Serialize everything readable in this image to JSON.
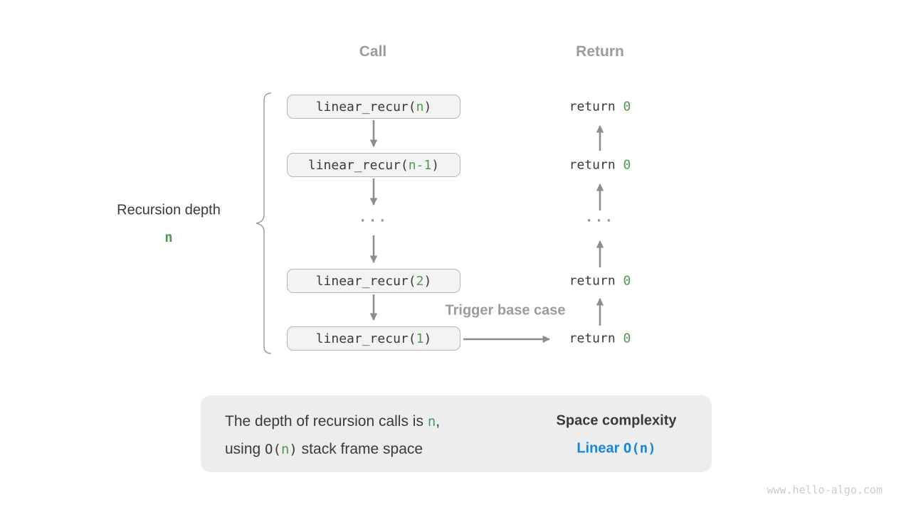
{
  "diagram": {
    "headers": {
      "call": "Call",
      "return": "Return"
    },
    "recursion_depth": {
      "label": "Recursion depth",
      "value": "n"
    },
    "call_stack": {
      "frames": [
        {
          "prefix": "linear_recur(",
          "arg": "n",
          "suffix": ")"
        },
        {
          "prefix": "linear_recur(",
          "arg": "n-1",
          "suffix": ")"
        },
        {
          "prefix": "linear_recur(",
          "arg": "2",
          "suffix": ")"
        },
        {
          "prefix": "linear_recur(",
          "arg": "1",
          "suffix": ")"
        }
      ],
      "ellipsis": "..."
    },
    "returns": {
      "keyword": "return ",
      "value": "0",
      "ellipsis": "..."
    },
    "trigger_label": "Trigger base case"
  },
  "summary": {
    "line1": {
      "head": "The depth of recursion calls is ",
      "highlight": "n",
      "tail": ","
    },
    "line2": {
      "head": "using ",
      "code_open": "O(",
      "highlight": "n",
      "code_close": ")",
      "tail": " stack frame space"
    },
    "right": {
      "title": "Space complexity",
      "complexity_label": "Linear ",
      "complexity_code": "O(n)"
    }
  },
  "watermark": "www.hello-algo.com",
  "colors": {
    "accent_green": "#4c9b51",
    "accent_blue": "#1687d9",
    "muted_gray": "#9b9b9b",
    "code_dark": "#3a3a3a",
    "arrow_gray": "#8d8d8d",
    "block_arrow_gray": "#c3c3c3",
    "frame_bg": "#f3f3f3",
    "frame_border": "#b6b6b6",
    "summary_bg": "#ededed",
    "watermark_gray": "#cbcbcb"
  }
}
